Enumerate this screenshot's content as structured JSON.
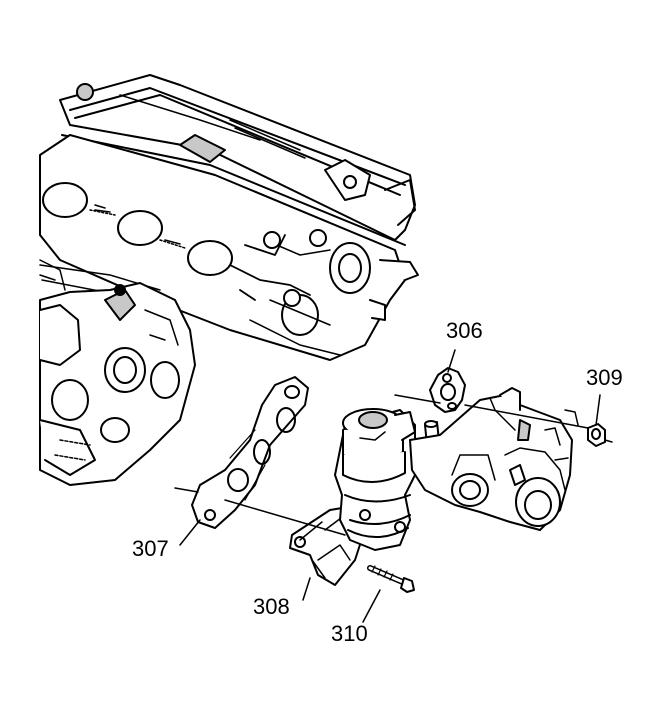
{
  "callouts": {
    "c306": "306",
    "c307": "307",
    "c308": "308",
    "c309": "309",
    "c310": "310"
  },
  "colors": {
    "line": "#000000",
    "background": "#ffffff",
    "shade": "#c8c8c8"
  }
}
